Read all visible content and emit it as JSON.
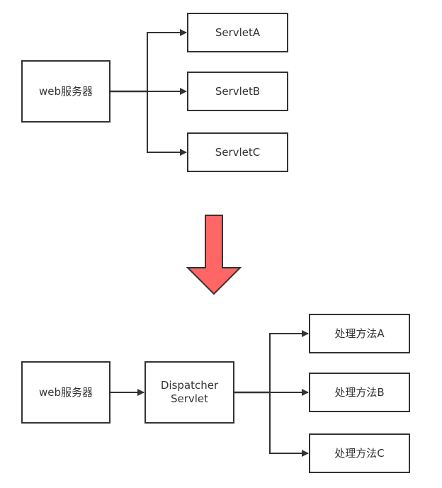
{
  "top": {
    "server_label": "web服务器",
    "targets": [
      "ServletA",
      "ServletB",
      "ServletC"
    ]
  },
  "bottom": {
    "server_label": "web服务器",
    "dispatcher_label": "Dispatcher\nServlet",
    "targets": [
      "处理方法A",
      "处理方法B",
      "处理方法C"
    ]
  },
  "colors": {
    "stroke": "#333333",
    "transition_arrow_fill": "#ff6666",
    "transition_arrow_stroke": "#333333"
  }
}
